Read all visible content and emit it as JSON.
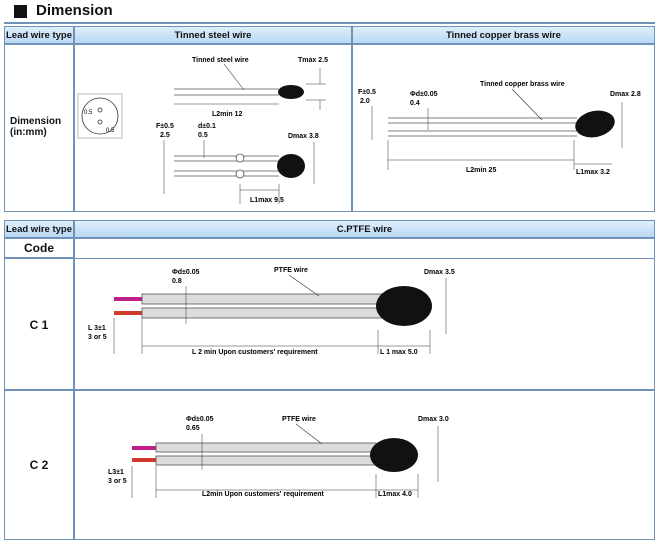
{
  "title": "Dimension",
  "table1": {
    "header_col1": "Lead wire type",
    "header_col2": "Tinned steel wire",
    "header_col3": "Tinned copper brass wire",
    "row_label": "Dimension\n(in:mm)",
    "inset": {
      "a": "0.5",
      "b": "0.5"
    },
    "steel": {
      "wire_label": "Tinned steel wire",
      "tmax": "Tmax 2.5",
      "l2min": "L2min 12",
      "f_label": "F±0.5",
      "f_value": "2.5",
      "d_label": "d±0.1",
      "d_value": "0.5",
      "dmax": "Dmax 3.8",
      "l1max": "L1max 9.5"
    },
    "copper": {
      "f_label": "F±0.5",
      "f_value": "2.0",
      "d_label": "Φd±0.05",
      "d_value": "0.4",
      "wire_label": "Tinned copper brass wire",
      "dmax": "Dmax 2.8",
      "l2min": "L2min 25",
      "l1max": "L1max 3.2"
    }
  },
  "table2": {
    "header_col1": "Lead wire type",
    "header_col2": "C.PTFE wire",
    "code_label": "Code",
    "c1": {
      "code": "C 1",
      "d_label": "Φd±0.05",
      "d_value": "0.8",
      "wire_label": "PTFE wire",
      "dmax": "Dmax 3.5",
      "l3": "L 3±1",
      "l3_sub": "3 or 5",
      "l2": "L 2 min Upon customers' requirement",
      "l1": "L 1 max 5.0"
    },
    "c2": {
      "code": "C 2",
      "d_label": "Φd±0.05",
      "d_value": "0.65",
      "wire_label": "PTFE wire",
      "dmax": "Dmax 3.0",
      "l3": "L3±1",
      "l3_sub": "3 or 5",
      "l2": "L2min Upon customers' requirement",
      "l1": "L1max 4.0"
    }
  },
  "colors": {
    "header_top": "#dfeefb",
    "header_bottom": "#b9d8f4",
    "border": "#6f93b8",
    "lead_magenta": "#c0208a",
    "lead_red": "#d03a2a",
    "body": "#111111"
  }
}
